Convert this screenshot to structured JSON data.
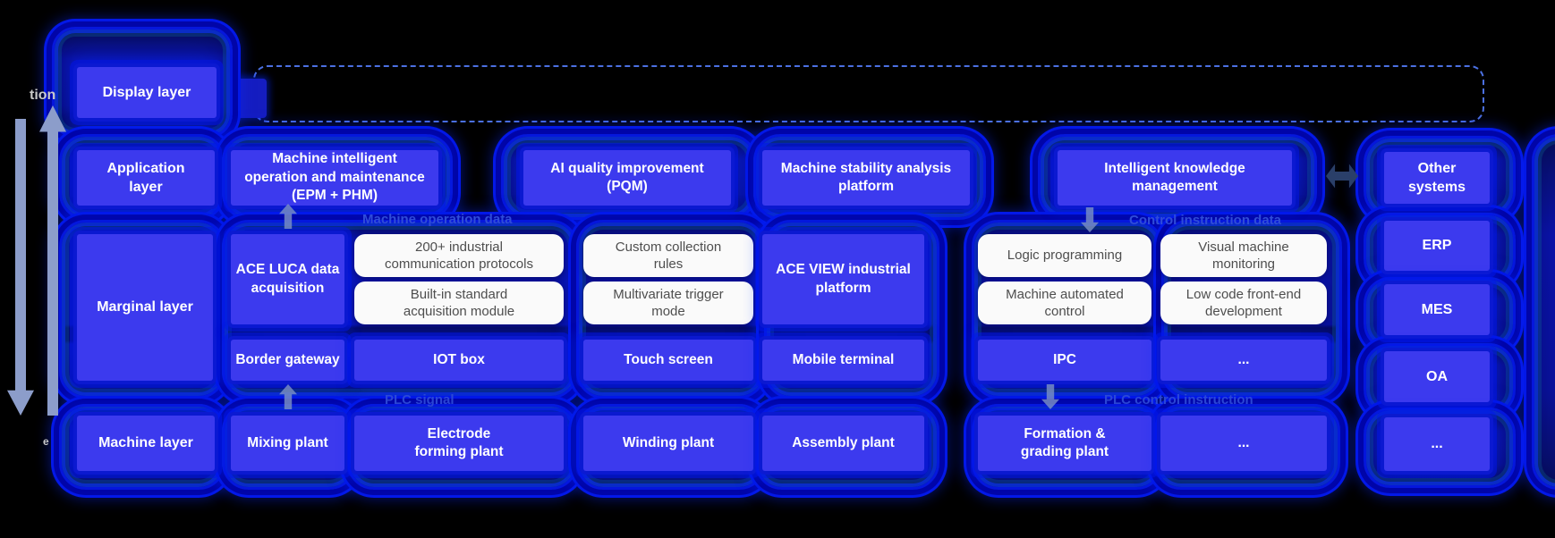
{
  "colors": {
    "background": "#000000",
    "box_blue": "#3c3aee",
    "glow_blue": "#0318e8",
    "white_box": "#fafafa",
    "white_box_text": "#4e4e4e",
    "flow_label": "#2f4cd8",
    "dashed_border": "#5076ee",
    "side_arrow": "#8c9dca"
  },
  "layer_labels": {
    "display": "Display layer",
    "application": "Application\nlayer",
    "marginal": "Marginal layer",
    "machine": "Machine layer"
  },
  "application_row": {
    "epm_phm": "Machine intelligent\noperation and maintenance\n(EPM + PHM)",
    "pqm": "AI quality improvement\n(PQM)",
    "stability": "Machine stability analysis\nplatform",
    "knowledge": "Intelligent knowledge\nmanagement"
  },
  "marginal_row": {
    "ace_luca": "ACE LUCA data\nacquisition",
    "protocols": "200+ industrial\ncommunication protocols",
    "builtin_module": "Built-in standard\nacquisition module",
    "custom_rules": "Custom collection\nrules",
    "multivariate": "Multivariate trigger\nmode",
    "ace_view": "ACE VIEW industrial\nplatform",
    "logic_programming": "Logic programming",
    "machine_automated": "Machine automated\ncontrol",
    "visual_monitoring": "Visual machine\nmonitoring",
    "low_code": "Low code front-end\ndevelopment"
  },
  "device_row": {
    "border_gateway": "Border gateway",
    "iot_box": "IOT box",
    "touch_screen": "Touch screen",
    "mobile_terminal": "Mobile terminal",
    "ipc": "IPC",
    "more": "..."
  },
  "machine_row": {
    "mixing": "Mixing plant",
    "electrode": "Electrode\nforming plant",
    "winding": "Winding plant",
    "assembly": "Assembly plant",
    "formation": "Formation &\ngrading plant",
    "more": "..."
  },
  "flow_labels": {
    "machine_operation_data": "Machine operation data",
    "control_instruction_data": "Control instruction data",
    "plc_signal": "PLC signal",
    "plc_control_instruction": "PLC control instruction"
  },
  "right_column": {
    "other_systems": "Other\nsystems",
    "erp": "ERP",
    "mes": "MES",
    "oa": "OA",
    "more": "..."
  },
  "fragments": {
    "top_left": "tion",
    "bottom_left": "e"
  }
}
